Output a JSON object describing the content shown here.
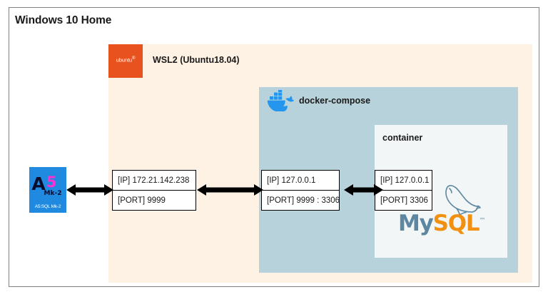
{
  "host": {
    "title": "Windows 10 Home"
  },
  "app": {
    "icon_name": "a5sql-mk2-icon",
    "caption": "A5:SQL Mk-2",
    "glyph_text": "A5",
    "glyph_sub": "Mk-2"
  },
  "wsl": {
    "label": "WSL2 (Ubuntu18.04)",
    "logo_text": "ubuntu",
    "logo_mark": "®"
  },
  "docker": {
    "label": "docker-compose"
  },
  "container": {
    "label": "container"
  },
  "mysql": {
    "word_1": "My",
    "word_2": "SQL",
    "trademark": "™"
  },
  "boxes": [
    {
      "name": "host-endpoint",
      "ip": "[IP] 172.21.142.238",
      "port": "[PORT] 9999"
    },
    {
      "name": "wsl-endpoint",
      "ip": "[IP] 127.0.0.1",
      "port": "[PORT] 9999 : 3306"
    },
    {
      "name": "container-endpoint",
      "ip": "[IP] 127.0.0.1",
      "port": "[PORT] 3306"
    }
  ],
  "colors": {
    "wsl_bg": "#fdf2e3",
    "docker_bg": "#b7d2da",
    "container_bg": "#f2f6f7",
    "ubuntu_orange": "#e8521f",
    "docker_blue": "#2496ed",
    "app_blue": "#1f8ae0",
    "mysql_blue": "#5d87a1",
    "mysql_orange": "#f29111",
    "frame_border": "#808080",
    "arrow": "#000000"
  },
  "arrows": [
    {
      "name": "arrow-app-to-host",
      "direction": "both"
    },
    {
      "name": "arrow-host-to-wsl",
      "direction": "both"
    },
    {
      "name": "arrow-wsl-to-container",
      "direction": "both"
    }
  ]
}
